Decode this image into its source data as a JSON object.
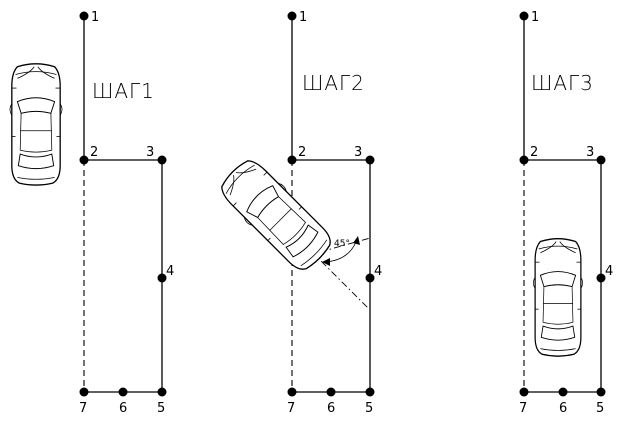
{
  "steps": [
    {
      "title": "ШАГ1",
      "points": {
        "p1": "1",
        "p2": "2",
        "p3": "3",
        "p4": "4",
        "p5": "5",
        "p6": "6",
        "p7": "7"
      }
    },
    {
      "title": "ШАГ2",
      "points": {
        "p1": "1",
        "p2": "2",
        "p3": "3",
        "p4": "4",
        "p5": "5",
        "p6": "6",
        "p7": "7"
      },
      "angle_label": "45°"
    },
    {
      "title": "ШАГ3",
      "points": {
        "p1": "1",
        "p2": "2",
        "p3": "3",
        "p4": "4",
        "p5": "5",
        "p6": "6",
        "p7": "7"
      }
    }
  ],
  "icons": {
    "car": "car-top-view-icon"
  },
  "colors": {
    "ink": "#000000",
    "background": "#ffffff"
  }
}
